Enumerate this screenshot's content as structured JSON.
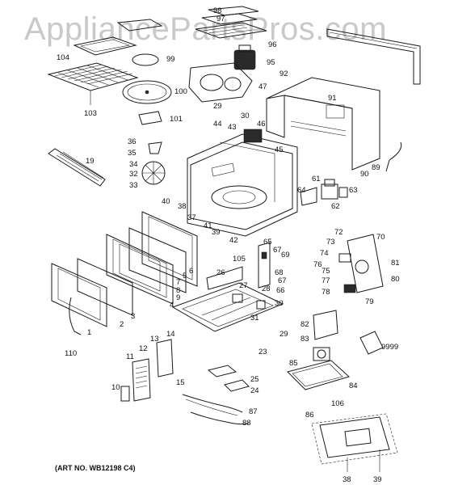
{
  "watermark": "AppliancePartsPros.com",
  "art_number": "(ART NO. WB12198 C4)",
  "callouts": [
    {
      "id": "98",
      "label": "98"
    },
    {
      "id": "97",
      "label": "97"
    },
    {
      "id": "96",
      "label": "96"
    },
    {
      "id": "95",
      "label": "95"
    },
    {
      "id": "104",
      "label": "104"
    },
    {
      "id": "99",
      "label": "99"
    },
    {
      "id": "100",
      "label": "100"
    },
    {
      "id": "103",
      "label": "103"
    },
    {
      "id": "101",
      "label": "101"
    },
    {
      "id": "47",
      "label": "47"
    },
    {
      "id": "29",
      "label": "29"
    },
    {
      "id": "30a",
      "label": "30"
    },
    {
      "id": "92",
      "label": "92"
    },
    {
      "id": "91",
      "label": "91"
    },
    {
      "id": "44",
      "label": "44"
    },
    {
      "id": "43",
      "label": "43"
    },
    {
      "id": "46",
      "label": "46"
    },
    {
      "id": "45",
      "label": "45"
    },
    {
      "id": "36",
      "label": "36"
    },
    {
      "id": "35",
      "label": "35"
    },
    {
      "id": "34",
      "label": "34"
    },
    {
      "id": "32",
      "label": "32"
    },
    {
      "id": "33",
      "label": "33"
    },
    {
      "id": "19",
      "label": "19"
    },
    {
      "id": "90",
      "label": "90"
    },
    {
      "id": "89",
      "label": "89"
    },
    {
      "id": "61",
      "label": "61"
    },
    {
      "id": "64",
      "label": "64"
    },
    {
      "id": "63",
      "label": "63"
    },
    {
      "id": "62",
      "label": "62"
    },
    {
      "id": "40",
      "label": "40"
    },
    {
      "id": "38a",
      "label": "38"
    },
    {
      "id": "37",
      "label": "37"
    },
    {
      "id": "41",
      "label": "41"
    },
    {
      "id": "39a",
      "label": "39"
    },
    {
      "id": "42",
      "label": "42"
    },
    {
      "id": "65",
      "label": "65"
    },
    {
      "id": "72",
      "label": "72"
    },
    {
      "id": "73",
      "label": "73"
    },
    {
      "id": "70",
      "label": "70"
    },
    {
      "id": "67a",
      "label": "67"
    },
    {
      "id": "69",
      "label": "69"
    },
    {
      "id": "74",
      "label": "74"
    },
    {
      "id": "105",
      "label": "105"
    },
    {
      "id": "76",
      "label": "76"
    },
    {
      "id": "75",
      "label": "75"
    },
    {
      "id": "81",
      "label": "81"
    },
    {
      "id": "68",
      "label": "68"
    },
    {
      "id": "77",
      "label": "77"
    },
    {
      "id": "80",
      "label": "80"
    },
    {
      "id": "67b",
      "label": "67"
    },
    {
      "id": "66",
      "label": "66"
    },
    {
      "id": "78",
      "label": "78"
    },
    {
      "id": "79",
      "label": "79"
    },
    {
      "id": "5",
      "label": "5"
    },
    {
      "id": "6",
      "label": "6"
    },
    {
      "id": "7",
      "label": "7"
    },
    {
      "id": "8",
      "label": "8"
    },
    {
      "id": "9",
      "label": "9"
    },
    {
      "id": "4",
      "label": "4"
    },
    {
      "id": "26",
      "label": "26"
    },
    {
      "id": "27",
      "label": "27"
    },
    {
      "id": "28",
      "label": "28"
    },
    {
      "id": "30b",
      "label": "30"
    },
    {
      "id": "3",
      "label": "3"
    },
    {
      "id": "2",
      "label": "2"
    },
    {
      "id": "31",
      "label": "31"
    },
    {
      "id": "29b",
      "label": "29"
    },
    {
      "id": "82",
      "label": "82"
    },
    {
      "id": "1",
      "label": "1"
    },
    {
      "id": "110",
      "label": "110"
    },
    {
      "id": "9999",
      "label": "9999"
    },
    {
      "id": "23",
      "label": "23"
    },
    {
      "id": "83",
      "label": "83"
    },
    {
      "id": "13",
      "label": "13"
    },
    {
      "id": "14",
      "label": "14"
    },
    {
      "id": "12",
      "label": "12"
    },
    {
      "id": "11",
      "label": "11"
    },
    {
      "id": "85",
      "label": "85"
    },
    {
      "id": "15",
      "label": "15"
    },
    {
      "id": "84",
      "label": "84"
    },
    {
      "id": "25",
      "label": "25"
    },
    {
      "id": "24",
      "label": "24"
    },
    {
      "id": "10",
      "label": "10"
    },
    {
      "id": "106",
      "label": "106"
    },
    {
      "id": "87",
      "label": "87"
    },
    {
      "id": "86",
      "label": "86"
    },
    {
      "id": "88",
      "label": "88"
    },
    {
      "id": "38b",
      "label": "38"
    },
    {
      "id": "39b",
      "label": "39"
    }
  ]
}
